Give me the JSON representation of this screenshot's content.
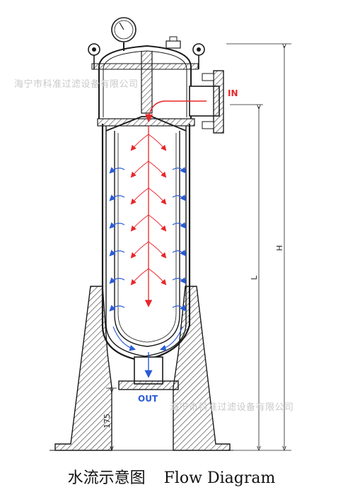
{
  "diagram": {
    "labels": {
      "inlet": "IN",
      "outlet": "OUT",
      "dim_h": "H",
      "dim_l": "L",
      "dim_base": "175"
    },
    "caption": {
      "zh": "水流示意图",
      "en": "Flow Diagram"
    },
    "watermark": "海宁市科准过滤设备有限公司",
    "colors": {
      "flow_in": "#e8262a",
      "flow_out": "#2a5bd7",
      "outline": "#1a1a1a",
      "hatch": "#333333",
      "label_in": "#e8262a",
      "label_out": "#2a5bd7"
    }
  }
}
